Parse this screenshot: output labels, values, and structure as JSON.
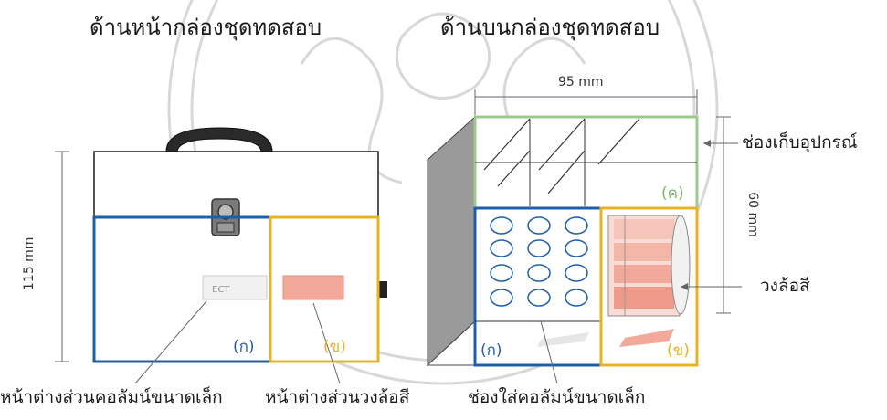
{
  "front_view": {
    "title": "ด้านหน้ากล่องชุดทดสอบ",
    "height_label": "115 mm",
    "tag_a": "(ก)",
    "tag_b": "(ข)",
    "window_column_label": "หน้าต่างส่วนคอลัมน์ขนาดเล็ก",
    "window_wheel_label": "หน้าต่างส่วนวงล้อสี"
  },
  "top_view": {
    "title": "ด้านบนกล่องชุดทดสอบ",
    "width_label": "95 mm",
    "depth_label": "60 mm",
    "tag_a": "(ก)",
    "tag_b": "(ข)",
    "tag_c": "(ค)",
    "storage_label": "ช่องเก็บอุปกรณ์",
    "color_wheel_label": "วงล้อสี",
    "column_slot_label": "ช่องใส่คอลัมน์ขนาดเล็ก"
  },
  "colors": {
    "blue": "#1f5fa8",
    "yellow": "#e6b422",
    "green": "#9ec98c",
    "pink": "#f2a99a",
    "box_gray": "#9a9a9a",
    "watermark": "#c9c9c9"
  }
}
